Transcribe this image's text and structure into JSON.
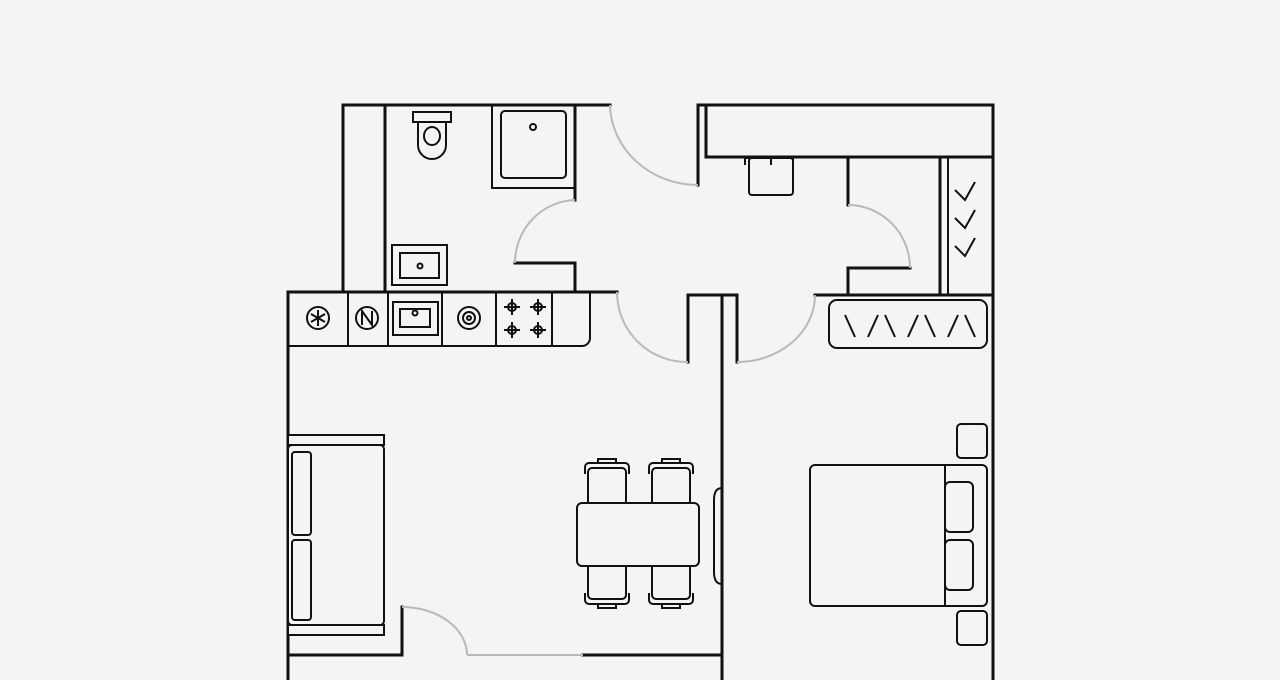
{
  "colors": {
    "background": "#f4f4f4",
    "line": "#111111",
    "door_swing": "#b9b9b9"
  },
  "rooms": [
    "bathroom",
    "hallway",
    "kitchen-living",
    "bedroom"
  ],
  "fixtures": {
    "bathroom": [
      "toilet-icon",
      "shower-tray-icon",
      "washbasin-icon"
    ],
    "hallway": [
      "entry-bench-icon",
      "wardrobe-icon"
    ],
    "kitchen": [
      "fridge-icon",
      "dishwasher-icon",
      "sink-icon",
      "washing-machine-icon",
      "stove-icon"
    ],
    "living": [
      "sofa-icon",
      "dining-table-icon",
      "dining-chair-icon"
    ],
    "bedroom": [
      "double-bed-icon",
      "nightstand-icon",
      "dresser-icon"
    ]
  },
  "dining_chairs": 4,
  "nightstands": 2,
  "bed_pillows": 2
}
